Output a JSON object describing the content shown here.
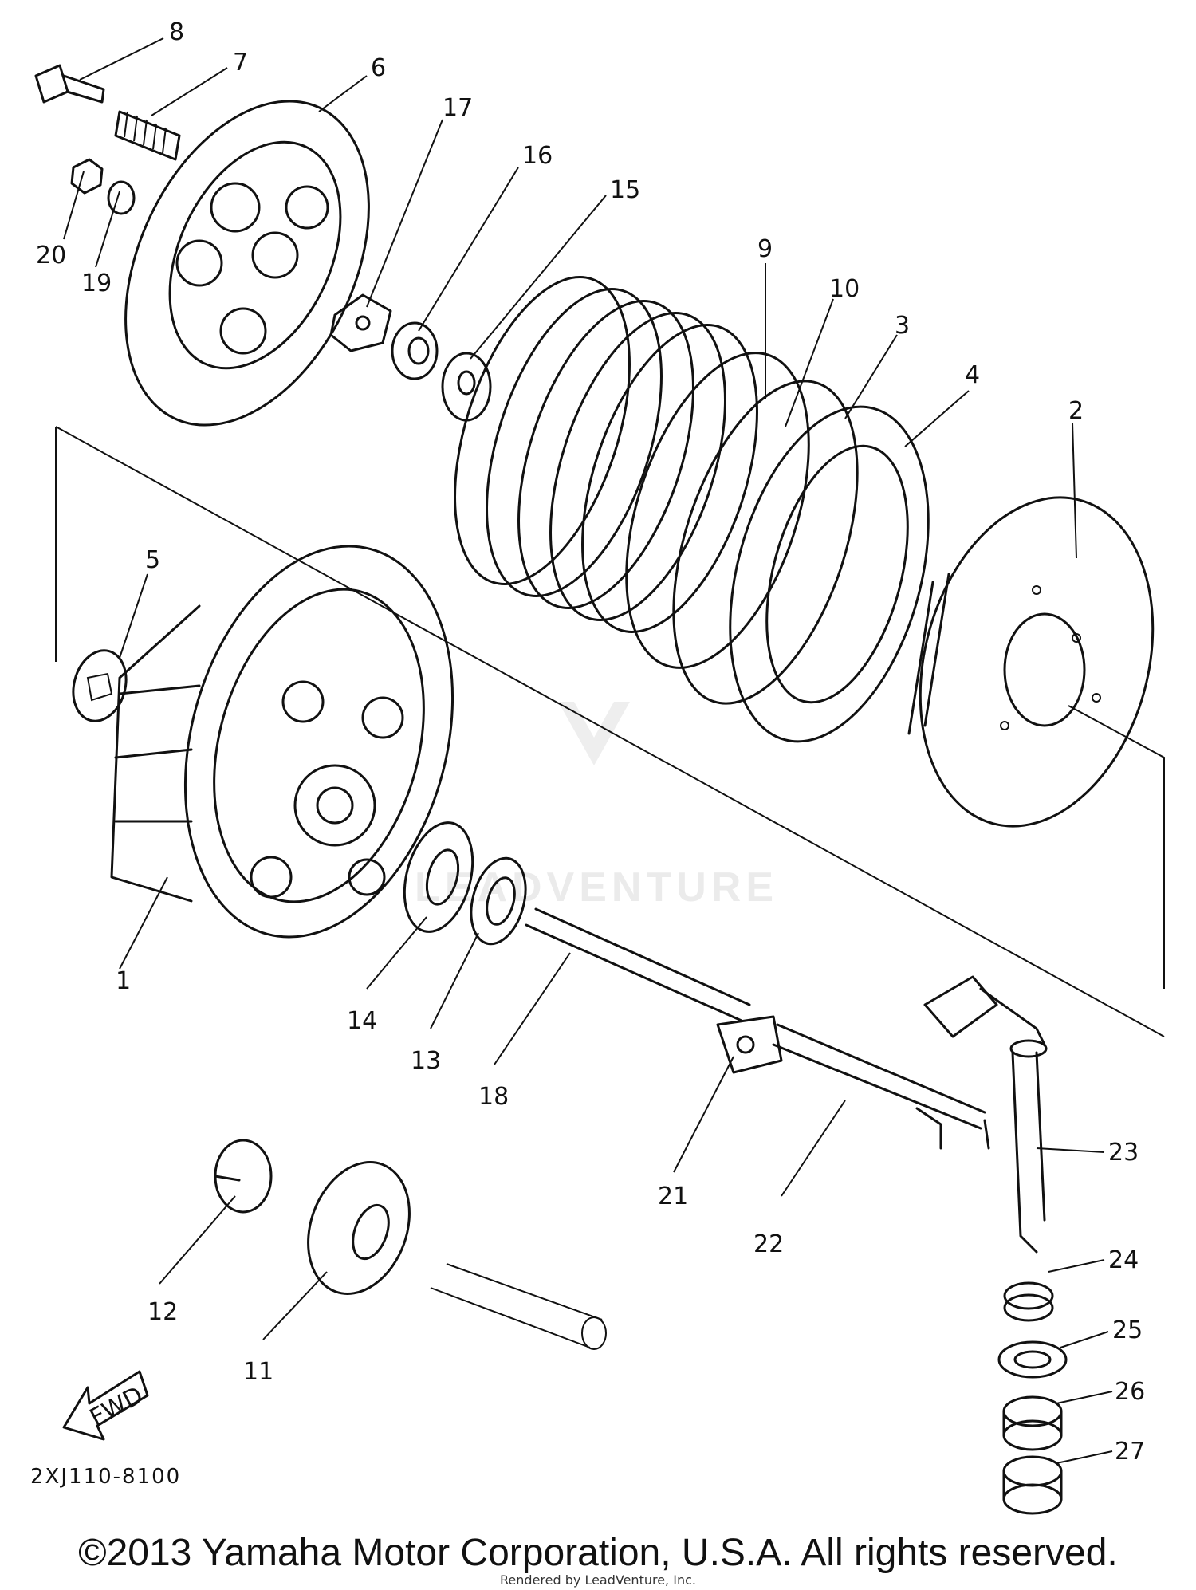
{
  "callouts": [
    "8",
    "7",
    "6",
    "17",
    "16",
    "15",
    "20",
    "19",
    "9",
    "10",
    "3",
    "4",
    "2",
    "5",
    "1",
    "14",
    "13",
    "18",
    "21",
    "22",
    "23",
    "24",
    "25",
    "26",
    "27",
    "12",
    "11"
  ],
  "fwd_label": "FWD",
  "diagram_code": "2XJ110-8100",
  "watermark": "LEADVENTURE",
  "copyright": "©2013 Yamaha Motor Corporation, U.S.A. All rights reserved.",
  "rendered_by": "Rendered by LeadVenture, Inc."
}
